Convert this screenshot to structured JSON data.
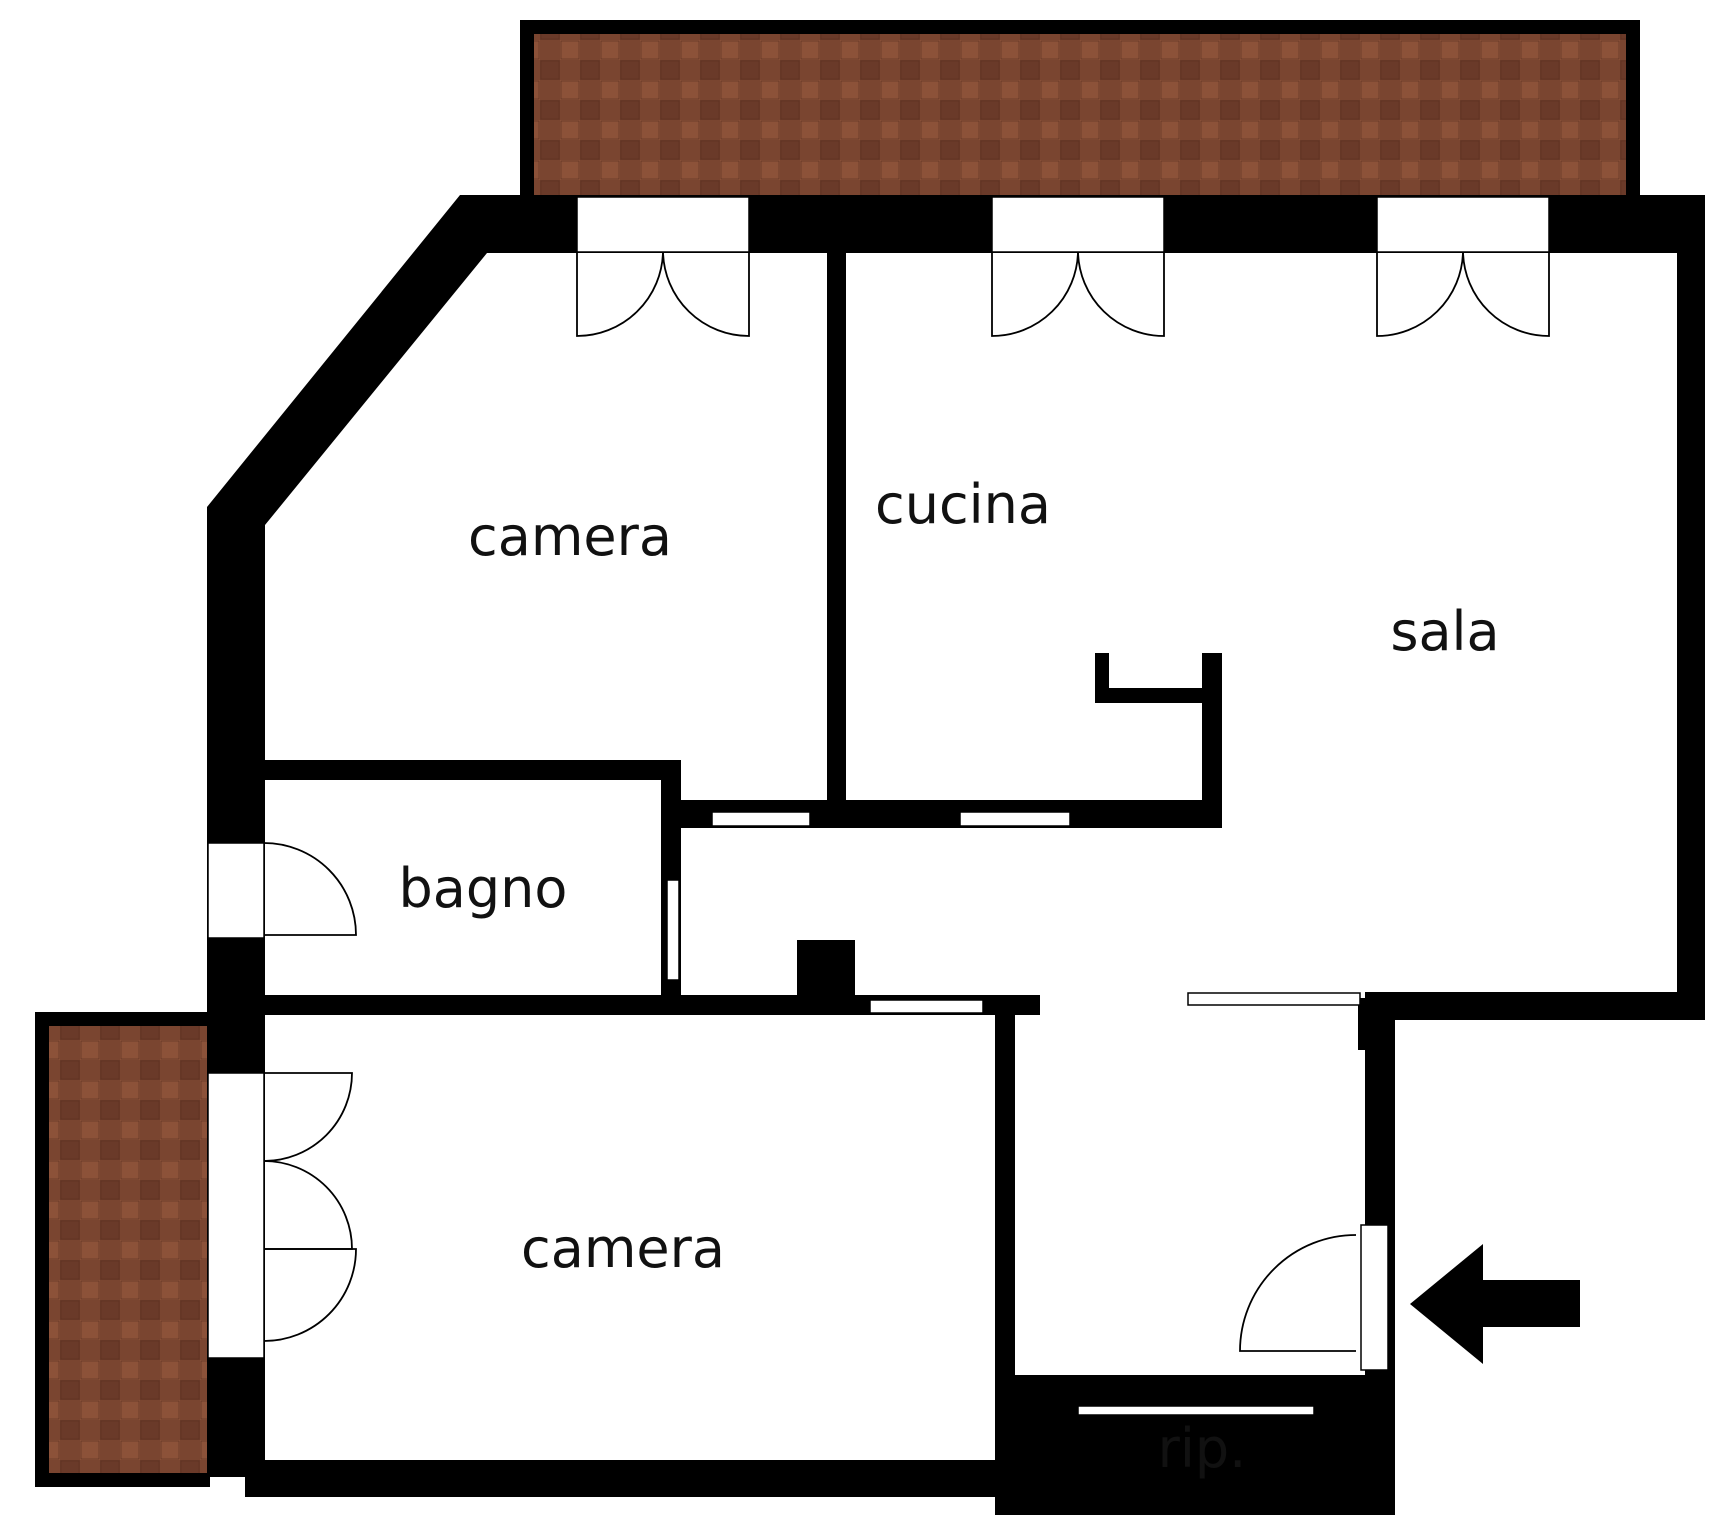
{
  "colors": {
    "wall": "#000000",
    "floor": "#ffffff",
    "terrace_tile_a": "#8c5239",
    "terrace_tile_b": "#6a3a29",
    "terrace_edge": "#000000"
  },
  "rooms": {
    "camera_top": "camera",
    "cucina": "cucina",
    "sala": "sala",
    "bagno": "bagno",
    "camera_bottom": "camera",
    "ripostiglio": "rip."
  },
  "icons": {
    "entrance": "entrance-arrow-icon"
  }
}
